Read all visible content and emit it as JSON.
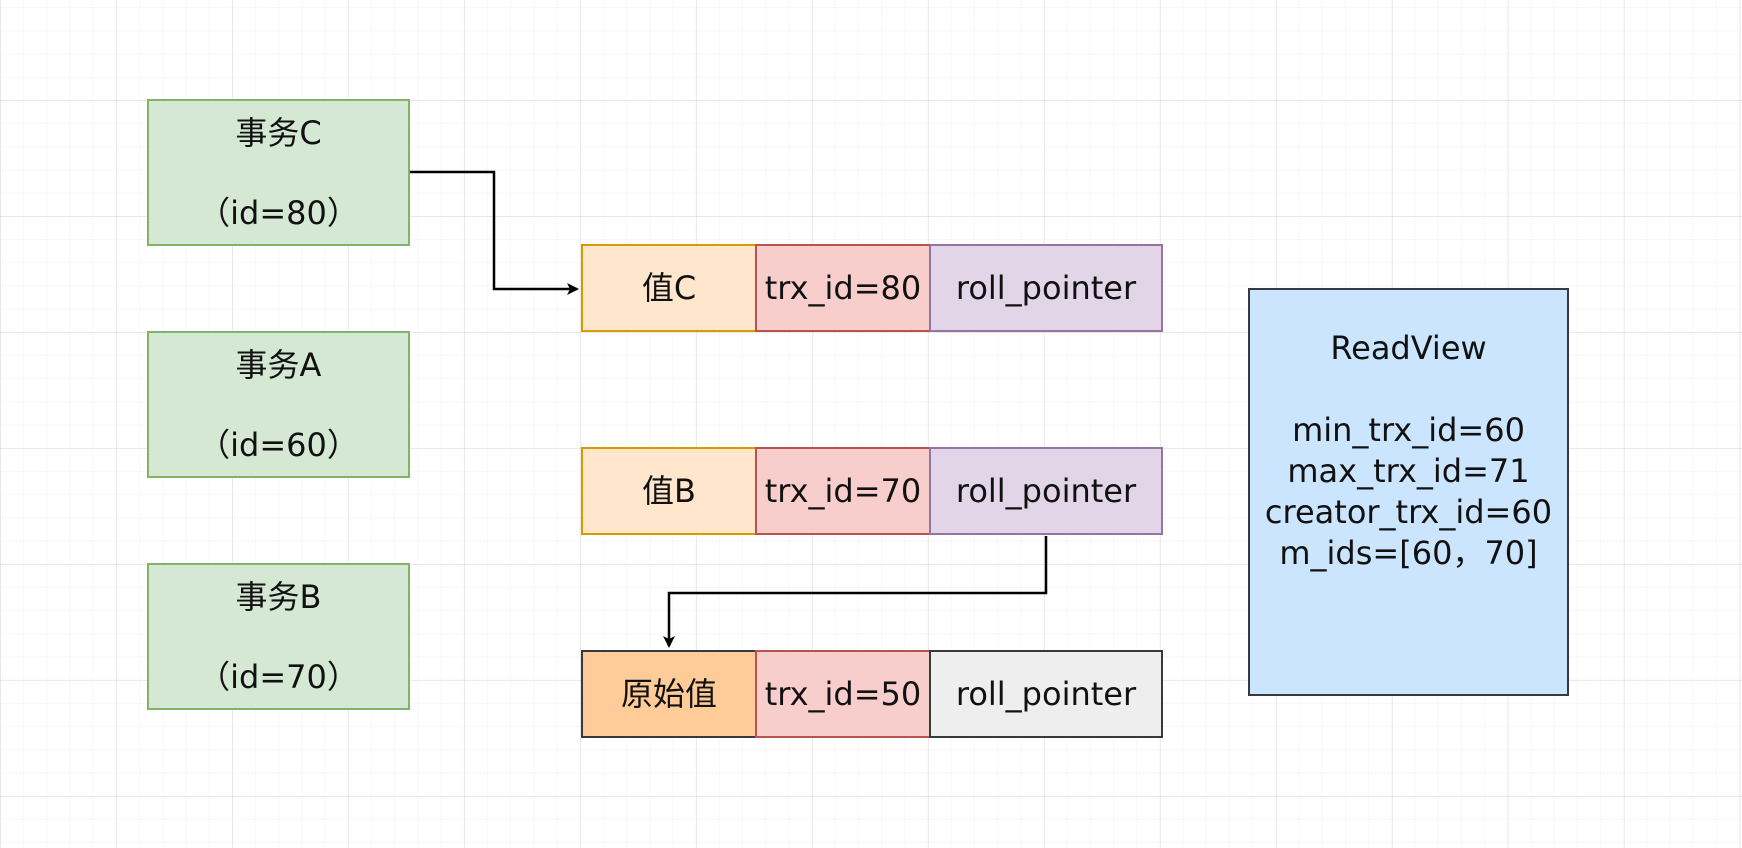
{
  "transactions": [
    {
      "name": "事务C",
      "id_label": "（id=80）"
    },
    {
      "name": "事务A",
      "id_label": "（id=60）"
    },
    {
      "name": "事务B",
      "id_label": "（id=70）"
    }
  ],
  "version_chain": [
    {
      "value": "值C",
      "trx_id": "trx_id=80",
      "pointer": "roll_pointer"
    },
    {
      "value": "值B",
      "trx_id": "trx_id=70",
      "pointer": "roll_pointer"
    },
    {
      "value": "原始值",
      "trx_id": "trx_id=50",
      "pointer": "roll_pointer"
    }
  ],
  "readview": {
    "title": "ReadView",
    "min_trx_id": "min_trx_id=60",
    "max_trx_id": "max_trx_id=71",
    "creator_trx_id": "creator_trx_id=60",
    "m_ids": "m_ids=[60，70]"
  },
  "colors": {
    "transaction_fill": "#d5e8d4",
    "transaction_border": "#82b366",
    "value_fill": "#ffe6cc",
    "value_border": "#d79b00",
    "original_value_fill": "#ffcc99",
    "trx_id_fill": "#f8cecc",
    "trx_id_border": "#b85450",
    "pointer_fill": "#e1d5e7",
    "pointer_border": "#9673a6",
    "original_pointer_fill": "#eeeeee",
    "readview_fill": "#cce5ff",
    "dark_border": "#36393d"
  }
}
